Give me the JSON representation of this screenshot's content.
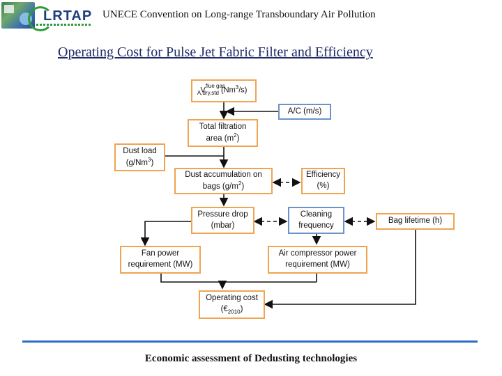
{
  "header": {
    "text": "UNECE Convention on Long-range Transboundary Air Pollution"
  },
  "logo": {
    "text": "LRTAP"
  },
  "title": "Operating Cost for Pulse Jet Fabric Filter and Efficiency",
  "diagram": {
    "flue_gas": {
      "v": "V",
      "sub": "A,dry,std",
      "sup": "flue gas",
      "unit": "(Nm",
      "unit_sup": "3",
      "unit_end": "/s)"
    },
    "ac": "A/C (m/s)",
    "filtration_area": {
      "line1": "Total filtration",
      "line2": "area (m",
      "sup": "2",
      "end": ")"
    },
    "dust_load": {
      "line1": "Dust load",
      "line2": "(g/Nm",
      "sup": "3",
      "end": ")"
    },
    "dust_accumulation": {
      "line1": "Dust accumulation on",
      "line2": "bags (g/m",
      "sup": "2",
      "end": ")"
    },
    "efficiency": {
      "line1": "Efficiency",
      "line2": "(%)"
    },
    "pressure_drop": {
      "line1": "Pressure drop",
      "line2": "(mbar)"
    },
    "cleaning_frequency": {
      "line1": "Cleaning",
      "line2": "frequency"
    },
    "bag_lifetime": "Bag lifetime (h)",
    "fan_power": {
      "line1": "Fan power",
      "line2": "requirement (MW)"
    },
    "air_compressor": {
      "line1": "Air compressor power",
      "line2": "requirement (MW)"
    },
    "operating_cost": {
      "line1": "Operating cost",
      "line2": "(€",
      "sub": "2010",
      "end": ")"
    }
  },
  "footer": "Economic assessment of Dedusting technologies",
  "colors": {
    "box_border": "#f0a44f",
    "blue_border": "#6b93c9",
    "rule": "#2b6cc4",
    "title": "#1f2a66"
  }
}
